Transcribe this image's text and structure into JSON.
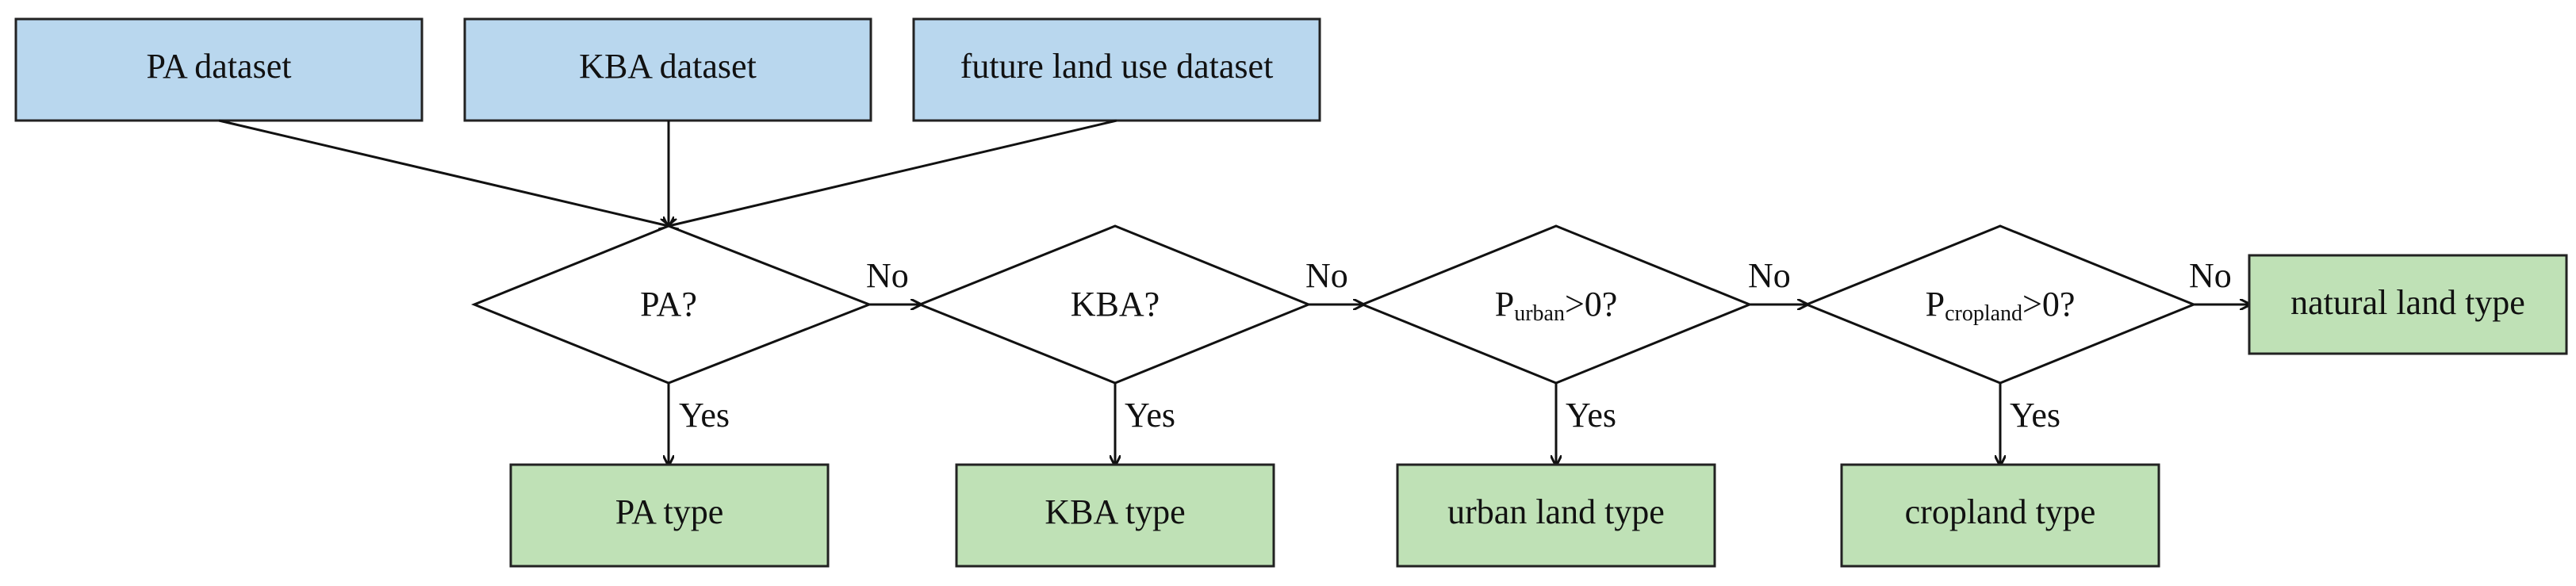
{
  "colors": {
    "input_fill": "#b9d7ee",
    "output_fill": "#bfe1b6",
    "stroke": "#222222"
  },
  "inputs": {
    "pa_dataset": "PA dataset",
    "kba_dataset": "KBA dataset",
    "future_dataset": "future land use dataset"
  },
  "decisions": {
    "pa": "PA?",
    "kba": "KBA?",
    "urban_p": "P",
    "urban_sub": "urban",
    "urban_rest": ">0?",
    "cropland_p": "P",
    "cropland_sub": "cropland",
    "cropland_rest": ">0?"
  },
  "outputs": {
    "pa_type": "PA type",
    "kba_type": "KBA type",
    "urban_type": "urban land type",
    "cropland_type": "cropland type",
    "natural_type": "natural land type"
  },
  "edge_labels": {
    "no": "No",
    "yes": "Yes"
  }
}
